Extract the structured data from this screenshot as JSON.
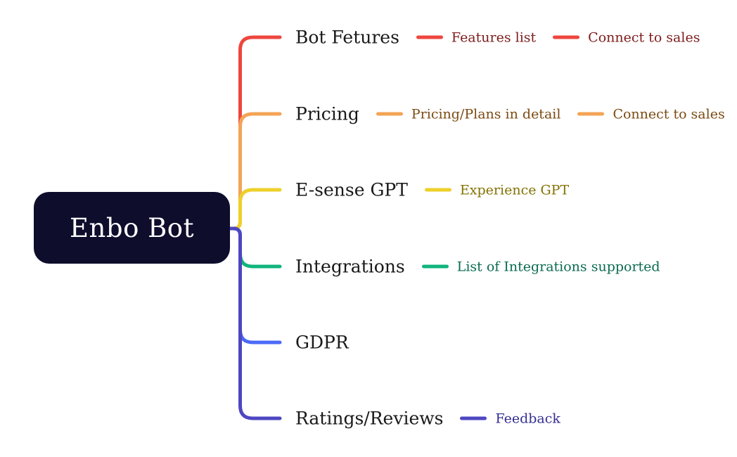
{
  "root": {
    "label": "Enbo Bot",
    "bg_color": "#0e0d2c",
    "text_color": "#ffffff"
  },
  "branches": [
    {
      "label": "Bot Fetures",
      "line_color": "#ee453d",
      "child_text_color": "#7e1c1c",
      "children": [
        "Features list",
        "Connect to sales"
      ]
    },
    {
      "label": "Pricing",
      "line_color": "#f4a355",
      "child_text_color": "#7c4a12",
      "children": [
        "Pricing/Plans in detail",
        "Connect to sales"
      ]
    },
    {
      "label": "E-sense GPT",
      "line_color": "#edd02b",
      "child_text_color": "#847203",
      "children": [
        "Experience GPT"
      ]
    },
    {
      "label": "Integrations",
      "line_color": "#10b47c",
      "child_text_color": "#0a6b50",
      "children": [
        "List of Integrations supported"
      ]
    },
    {
      "label": "GDPR",
      "line_color": "#4b69f7",
      "child_text_color": "#1f3fae",
      "children": []
    },
    {
      "label": "Ratings/Reviews",
      "line_color": "#4e47c2",
      "child_text_color": "#342e92",
      "children": [
        "Feedback"
      ]
    }
  ]
}
